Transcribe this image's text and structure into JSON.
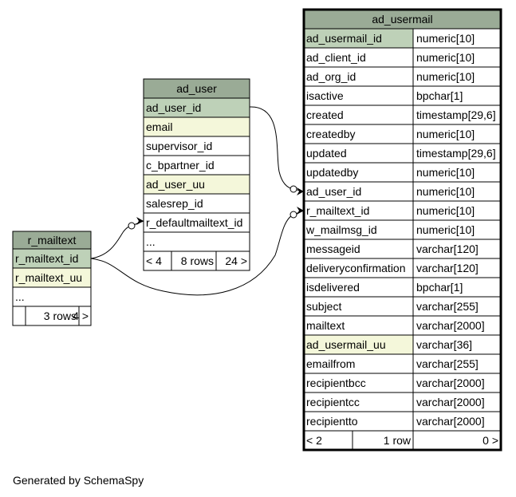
{
  "colors": {
    "header": "#9aab96",
    "primary_key": "#bed1b8",
    "indexed": "#f4f7da",
    "plain": "#ffffff",
    "border": "#000000"
  },
  "tables": [
    {
      "name": "r_mailtext",
      "columns": [
        {
          "name": "r_mailtext_id",
          "type": "",
          "kind": "pk"
        },
        {
          "name": "r_mailtext_uu",
          "type": "",
          "kind": "idx"
        },
        {
          "name": "...",
          "type": "",
          "kind": "plain"
        }
      ],
      "footer": {
        "parents": "",
        "rows": "3 rows",
        "children": "4 >"
      }
    },
    {
      "name": "ad_user",
      "columns": [
        {
          "name": "ad_user_id",
          "type": "",
          "kind": "pk"
        },
        {
          "name": "email",
          "type": "",
          "kind": "idx"
        },
        {
          "name": "supervisor_id",
          "type": "",
          "kind": "plain"
        },
        {
          "name": "c_bpartner_id",
          "type": "",
          "kind": "plain"
        },
        {
          "name": "ad_user_uu",
          "type": "",
          "kind": "idx"
        },
        {
          "name": "salesrep_id",
          "type": "",
          "kind": "plain"
        },
        {
          "name": "r_defaultmailtext_id",
          "type": "",
          "kind": "plain"
        },
        {
          "name": "...",
          "type": "",
          "kind": "plain"
        }
      ],
      "footer": {
        "parents": "< 4",
        "rows": "8 rows",
        "children": "24 >"
      }
    },
    {
      "name": "ad_usermail",
      "columns": [
        {
          "name": "ad_usermail_id",
          "type": "numeric[10]",
          "kind": "pk"
        },
        {
          "name": "ad_client_id",
          "type": "numeric[10]",
          "kind": "plain"
        },
        {
          "name": "ad_org_id",
          "type": "numeric[10]",
          "kind": "plain"
        },
        {
          "name": "isactive",
          "type": "bpchar[1]",
          "kind": "plain"
        },
        {
          "name": "created",
          "type": "timestamp[29,6]",
          "kind": "plain"
        },
        {
          "name": "createdby",
          "type": "numeric[10]",
          "kind": "plain"
        },
        {
          "name": "updated",
          "type": "timestamp[29,6]",
          "kind": "plain"
        },
        {
          "name": "updatedby",
          "type": "numeric[10]",
          "kind": "plain"
        },
        {
          "name": "ad_user_id",
          "type": "numeric[10]",
          "kind": "plain"
        },
        {
          "name": "r_mailtext_id",
          "type": "numeric[10]",
          "kind": "plain"
        },
        {
          "name": "w_mailmsg_id",
          "type": "numeric[10]",
          "kind": "plain"
        },
        {
          "name": "messageid",
          "type": "varchar[120]",
          "kind": "plain"
        },
        {
          "name": "deliveryconfirmation",
          "type": "varchar[120]",
          "kind": "plain"
        },
        {
          "name": "isdelivered",
          "type": "bpchar[1]",
          "kind": "plain"
        },
        {
          "name": "subject",
          "type": "varchar[255]",
          "kind": "plain"
        },
        {
          "name": "mailtext",
          "type": "varchar[2000]",
          "kind": "plain"
        },
        {
          "name": "ad_usermail_uu",
          "type": "varchar[36]",
          "kind": "idx"
        },
        {
          "name": "emailfrom",
          "type": "varchar[255]",
          "kind": "plain"
        },
        {
          "name": "recipientbcc",
          "type": "varchar[2000]",
          "kind": "plain"
        },
        {
          "name": "recipientcc",
          "type": "varchar[2000]",
          "kind": "plain"
        },
        {
          "name": "recipientto",
          "type": "varchar[2000]",
          "kind": "plain"
        }
      ],
      "footer": {
        "parents": "< 2",
        "rows": "1 row",
        "children": "0 >"
      }
    }
  ],
  "relationships": [
    {
      "from_table": "ad_usermail",
      "from_column": "ad_user_id",
      "to_table": "ad_user",
      "to_column": "ad_user_id"
    },
    {
      "from_table": "ad_usermail",
      "from_column": "r_mailtext_id",
      "to_table": "r_mailtext",
      "to_column": "r_mailtext_id"
    },
    {
      "from_table": "ad_user",
      "from_column": "r_defaultmailtext_id",
      "to_table": "r_mailtext",
      "to_column": "r_mailtext_id"
    }
  ],
  "footer_text": "Generated by SchemaSpy"
}
